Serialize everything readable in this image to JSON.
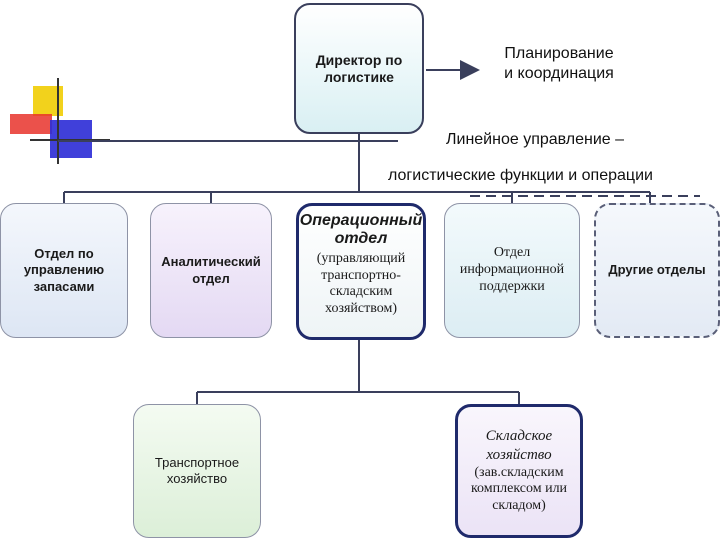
{
  "director": {
    "line1": "Директор по",
    "line2": "логистике"
  },
  "planning": {
    "line1": "Планирование",
    "line2": "и координация"
  },
  "linear": {
    "line1": "Линейное управление –",
    "line2": "логистические функции и операции"
  },
  "departments": {
    "inventory": {
      "line1": "Отдел по",
      "line2": "управлению",
      "line3": "запасами"
    },
    "analytic": {
      "line1": "Аналитический",
      "line2": "отдел"
    },
    "operational": {
      "title1": "Операционный",
      "title2": "отдел",
      "desc1": "(управляющий",
      "desc2": "транспортно-",
      "desc3": "складским",
      "desc4": "хозяйством)"
    },
    "info": {
      "line1": "Отдел",
      "line2": "информационной",
      "line3": "поддержки"
    },
    "other": {
      "line1": "Другие отделы"
    }
  },
  "transport": {
    "line1": "Транспортное",
    "line2": "хозяйство"
  },
  "warehouse": {
    "title1": "Складское",
    "title2": "хозяйство",
    "desc1": "(зав.складским",
    "desc2": "комплексом или",
    "desc3": "складом)"
  },
  "colors": {
    "accent_yellow": "#f2d21c",
    "accent_red": "#e8322b",
    "accent_blue": "#2b2bd6",
    "line": "#3a3f5c"
  },
  "icons": {
    "arrow": "arrow-right-icon",
    "decor": "color-squares-icon"
  }
}
